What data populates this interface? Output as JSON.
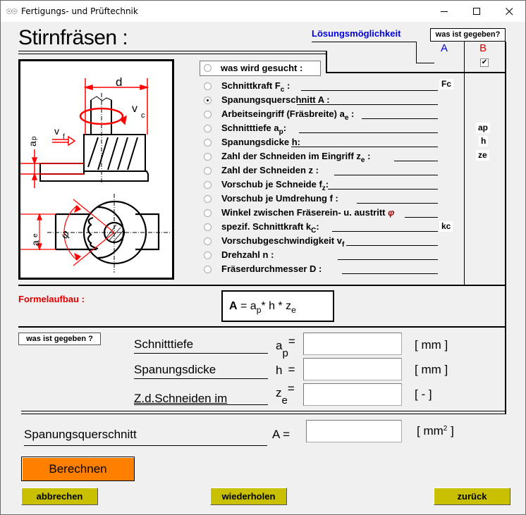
{
  "window": {
    "title": "Fertigungs- und Prüftechnik",
    "controls": {
      "minimize": "–",
      "maximize": "☐",
      "close": "✕"
    }
  },
  "header": {
    "title": "Stirnfräsen :",
    "solution_label": "Lösungsmöglichkeit",
    "was_ist_gegeben": "was ist gegeben?",
    "col_a": "A",
    "col_b": "B",
    "col_b_checked": "✔"
  },
  "search": {
    "label": "was wird gesucht :",
    "options": [
      {
        "label": "Schnittkraft F",
        "sub": "c",
        "suffix": " :",
        "checked": false,
        "tag": "Fc"
      },
      {
        "label": "Spanungsquerschnitt  A :",
        "sub": "",
        "suffix": "",
        "checked": true,
        "tag": ""
      },
      {
        "label": "Arbeitseingriff (Fräsbreite)  a",
        "sub": "e",
        "suffix": " :",
        "checked": false,
        "tag": ""
      },
      {
        "label": "Schnitttiefe  a",
        "sub": "p",
        "suffix": ":",
        "checked": false,
        "tag": "ap"
      },
      {
        "label": "Spanungsdicke  h:",
        "sub": "",
        "suffix": "",
        "checked": false,
        "tag": "h"
      },
      {
        "label": "Zahl der Schneiden im Eingriff  z",
        "sub": "e",
        "suffix": "  :",
        "checked": false,
        "tag": "ze"
      },
      {
        "label": "Zahl der Schneiden  z :",
        "sub": "",
        "suffix": "",
        "checked": false,
        "tag": ""
      },
      {
        "label": "Vorschub  je Schneide  f",
        "sub": "z",
        "suffix": ":",
        "checked": false,
        "tag": ""
      },
      {
        "label": "Vorschub  je  Umdrehung  f :",
        "sub": "",
        "suffix": "",
        "checked": false,
        "tag": ""
      },
      {
        "label": "Winkel zwischen Fräserein- u. austritt ",
        "sub": "",
        "suffix": "φ",
        "checked": false,
        "tag": ""
      },
      {
        "label": "spezif. Schnittkraft  k",
        "sub": "C",
        "suffix": ":",
        "checked": false,
        "tag": "kc"
      },
      {
        "label": "Vorschubgeschwindigkeit  v",
        "sub": "f",
        "suffix": "",
        "checked": false,
        "tag": ""
      },
      {
        "label": "Drehzahl  n :",
        "sub": "",
        "suffix": "",
        "checked": false,
        "tag": ""
      },
      {
        "label": "Fräserdurchmesser  D :",
        "sub": "",
        "suffix": "",
        "checked": false,
        "tag": ""
      }
    ]
  },
  "diagram": {
    "labels": {
      "d": "d",
      "vc": "v",
      "vc_sub": "c",
      "vf": "v",
      "vf_sub": "f",
      "ap": "ap",
      "ae": "ae",
      "phi": "φ"
    },
    "colors": {
      "dimension": "#ff0000",
      "outline": "#000000"
    }
  },
  "formula": {
    "label": "Formelaufbau :",
    "lhs": "A",
    "eq": "  =  a",
    "ap_sub": "p",
    "mid": "*  h  *  z",
    "ze_sub": "e"
  },
  "given": {
    "button": "was ist gegeben ?",
    "fields": [
      {
        "label": "Schnitttiefe",
        "symbol": "a",
        "symbol_sub": "p",
        "eq": "=",
        "value": "",
        "unit": "[ mm ]"
      },
      {
        "label": "Spanungsdicke",
        "symbol": "h",
        "symbol_sub": "",
        "eq": "=",
        "value": "",
        "unit": "[ mm ]"
      },
      {
        "label": "Z.d.Schneiden im",
        "symbol": "z",
        "symbol_sub": "e",
        "eq": "=",
        "value": "",
        "unit": "[ - ]"
      }
    ]
  },
  "result": {
    "label": "Spanungsquerschnitt",
    "symbol": "A  =",
    "value": "",
    "unit": "[ mm",
    "unit_sup": "2",
    "unit_close": " ]"
  },
  "buttons": {
    "calculate": "Berechnen",
    "cancel": "abbrechen",
    "repeat": "wiederholen",
    "back": "zurück"
  },
  "colors": {
    "calculate_bg": "#ff8000",
    "nav_bg": "#c8c000",
    "accent_blue": "#0000e0",
    "accent_red": "#e00000"
  }
}
